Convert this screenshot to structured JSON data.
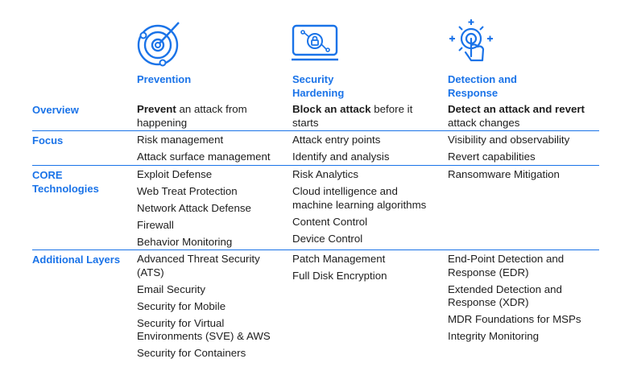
{
  "colors": {
    "accent": "#1a73e8",
    "text": "#1d1d1d",
    "rule": "#1a73e8"
  },
  "columns": [
    {
      "icon": "target-icon",
      "title": "Prevention"
    },
    {
      "icon": "laptop-lock-icon",
      "title_line1": "Security",
      "title_line2": "Hardening"
    },
    {
      "icon": "touch-target-icon",
      "title_line1": "Detection and",
      "title_line2": "Response"
    }
  ],
  "rows": {
    "overview": {
      "label": "Overview",
      "c1_bold": "Prevent",
      "c1_rest": " an attack from",
      "c1_line2": "happening",
      "c2_bold": "Block an attack",
      "c2_rest": " before it",
      "c2_line2": "starts",
      "c3_bold": "Detect an attack and revert",
      "c3_line2": "attack changes"
    },
    "focus": {
      "label": "Focus",
      "c1": [
        "Risk management",
        "Attack surface management"
      ],
      "c2": [
        "Attack entry points",
        "Identify and analysis"
      ],
      "c3": [
        "Visibility and observability",
        "Revert capabilities"
      ]
    },
    "core": {
      "label_line1": "CORE",
      "label_line2": "Technologies",
      "c1": [
        "Exploit Defense",
        "Web Treat Protection",
        "Network Attack Defense",
        "Firewall",
        "Behavior Monitoring"
      ],
      "c2_a": "Risk Analytics",
      "c2_b1": "Cloud intelligence and",
      "c2_b2": "machine learning algorithms",
      "c2_c": "Content Control",
      "c2_d": "Device Control",
      "c3": [
        "Ransomware Mitigation"
      ]
    },
    "additional": {
      "label": "Additional Layers",
      "c1_a1": "Advanced Threat Security",
      "c1_a2": "(ATS)",
      "c1_b": "Email Security",
      "c1_c": "Security for Mobile",
      "c1_d1": "Security for Virtual",
      "c1_d2": "Environments (SVE) & AWS",
      "c1_e": "Security for Containers",
      "c2": [
        "Patch Management",
        "Full Disk Encryption"
      ],
      "c3_a1": "End-Point Detection and",
      "c3_a2": "Response (EDR)",
      "c3_b1": "Extended Detection and",
      "c3_b2": "Response (XDR)",
      "c3_c": "MDR Foundations for MSPs",
      "c3_d": "Integrity Monitoring"
    }
  }
}
